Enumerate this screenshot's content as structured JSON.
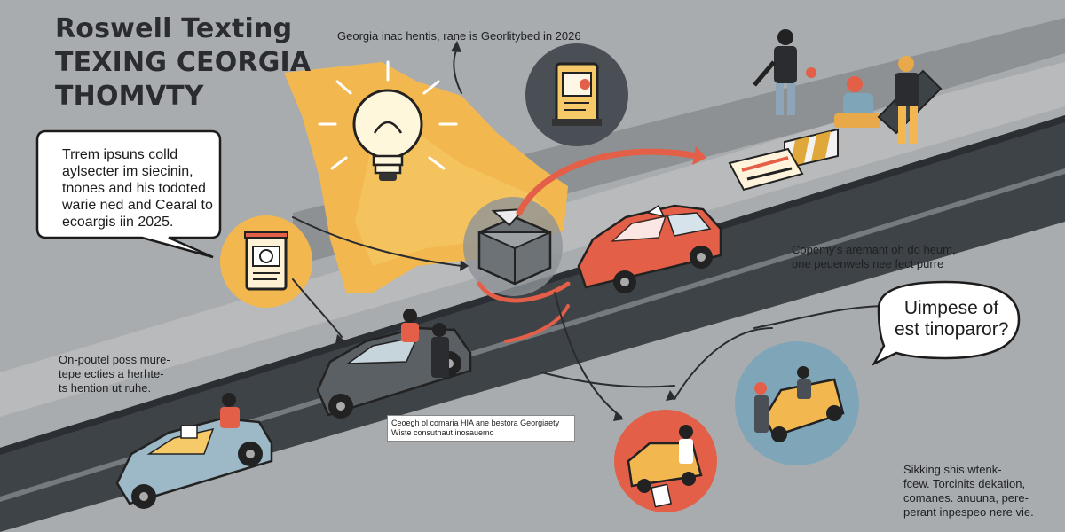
{
  "title_lines": [
    "Roswell Texting",
    "TEXING CEORGIA",
    "THOMVTY"
  ],
  "top_caption": "Georgia inac hentis, rane is Georlitybed in 2026",
  "left_bubble": [
    "Trrem ipsuns colld",
    "aylsecter im siecinin,",
    "tnones and his todoted",
    "warie ned and Cearal to",
    "ecoargis iin 2025."
  ],
  "left_caption": [
    "On-poutel poss mure-",
    "tepe ecties a herhte-",
    "ts hention ut ruhe."
  ],
  "right_caption": [
    "Copemy's aremant oh do heum,",
    "one peuenwels nee fect purre"
  ],
  "question_bubble": [
    "Uimpese of",
    "est tinoparor?"
  ],
  "note_box": [
    "Ceoegh ol comaria HIA ane bestora Georgiaety",
    "Wiste consuthaut inosauemo"
  ],
  "bottom_right_caption": [
    "Sikking shis wtenk-",
    "fcew. Torcinits dekation,",
    "comanes. anuuna, pere-",
    "perant inpespeo nere vie."
  ],
  "colors": {
    "background": "#a9acae",
    "road": "#3e4347",
    "map": "#f2b84f",
    "accent_red": "#e35f48",
    "circle_dark": "#4a4f55",
    "circle_blue": "#7fa6b8"
  }
}
